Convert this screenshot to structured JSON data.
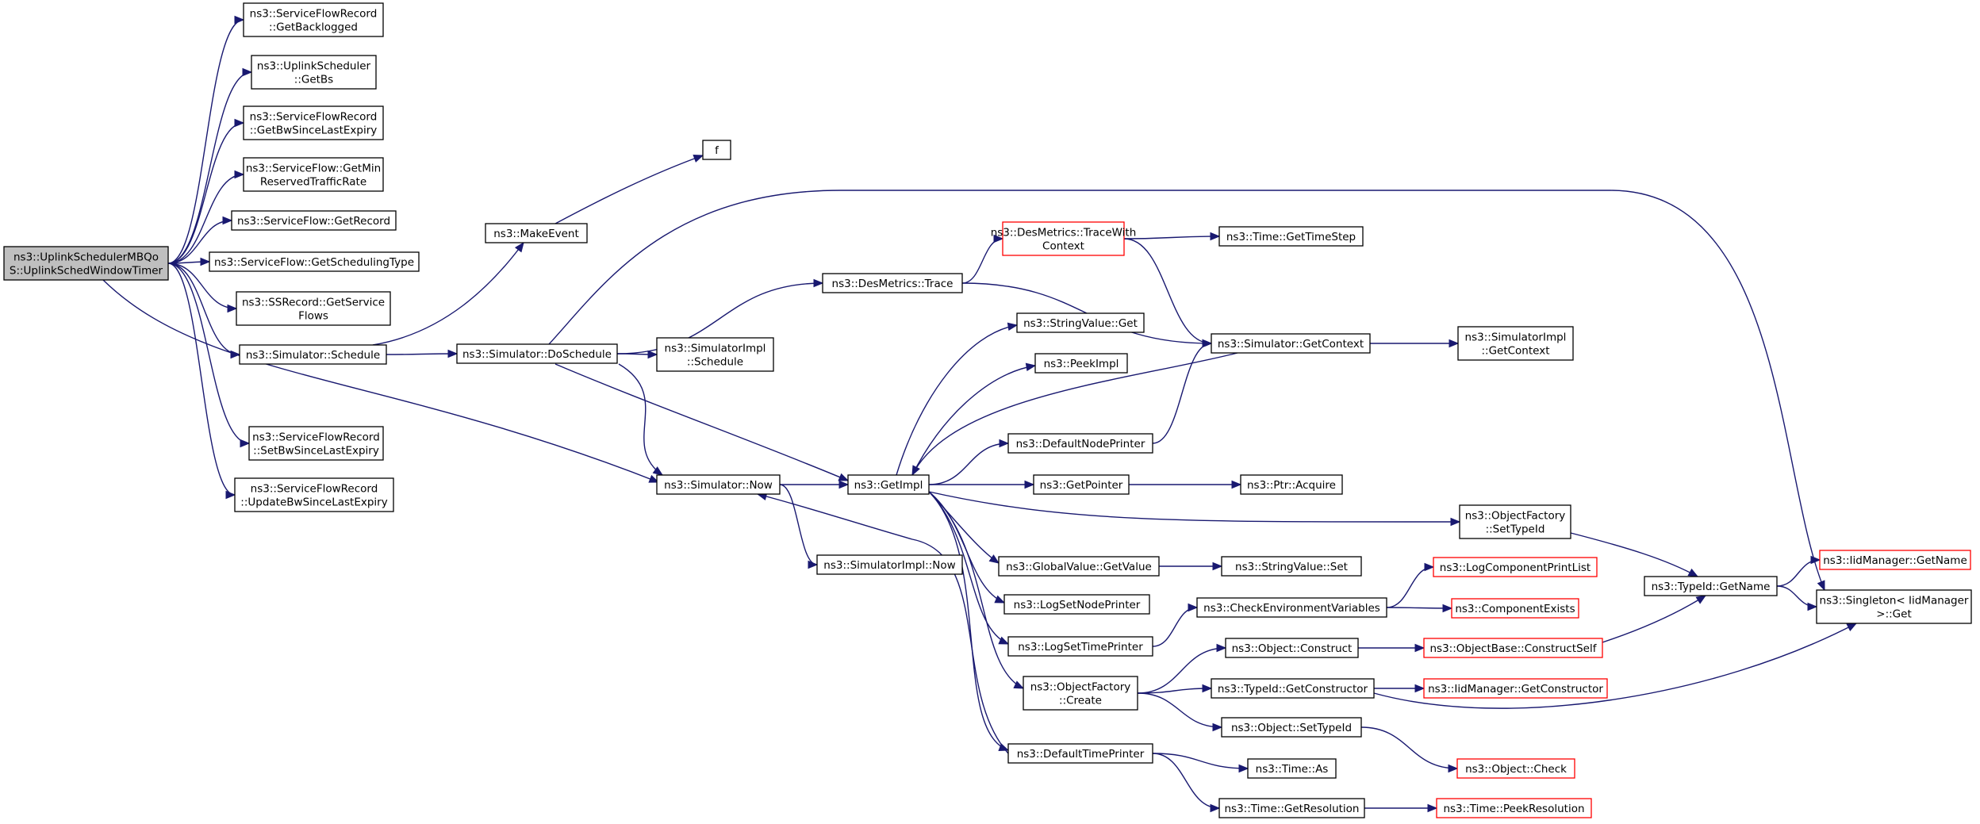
{
  "colors": {
    "edge": "#191970",
    "node_border": "#000000",
    "node_border_truncated": "#ff0000",
    "root_fill": "#bfbfbf"
  },
  "nodes": {
    "root": {
      "lines": [
        "ns3::UplinkSchedulerMBQo",
        "S::UplinkSchedWindowTimer"
      ],
      "style": "root"
    },
    "getBacklogged": {
      "lines": [
        "ns3::ServiceFlowRecord",
        "::GetBacklogged"
      ]
    },
    "getBs": {
      "lines": [
        "ns3::UplinkScheduler",
        "::GetBs"
      ]
    },
    "getBwSince": {
      "lines": [
        "ns3::ServiceFlowRecord",
        "::GetBwSinceLastExpiry"
      ]
    },
    "getMinRes": {
      "lines": [
        "ns3::ServiceFlow::GetMin",
        "ReservedTrafficRate"
      ]
    },
    "getRecord": {
      "lines": [
        "ns3::ServiceFlow::GetRecord"
      ]
    },
    "getSchedType": {
      "lines": [
        "ns3::ServiceFlow::GetSchedulingType"
      ]
    },
    "getServiceFlows": {
      "lines": [
        "ns3::SSRecord::GetService",
        "Flows"
      ]
    },
    "schedule": {
      "lines": [
        "ns3::Simulator::Schedule"
      ]
    },
    "setBwSince": {
      "lines": [
        "ns3::ServiceFlowRecord",
        "::SetBwSinceLastExpiry"
      ]
    },
    "updateBwSince": {
      "lines": [
        "ns3::ServiceFlowRecord",
        "::UpdateBwSinceLastExpiry"
      ]
    },
    "makeEvent": {
      "lines": [
        "ns3::MakeEvent"
      ]
    },
    "f": {
      "lines": [
        "f"
      ]
    },
    "doSchedule": {
      "lines": [
        "ns3::Simulator::DoSchedule"
      ]
    },
    "desTrace": {
      "lines": [
        "ns3::DesMetrics::Trace"
      ]
    },
    "implSchedule": {
      "lines": [
        "ns3::SimulatorImpl",
        "::Schedule"
      ]
    },
    "now": {
      "lines": [
        "ns3::Simulator::Now"
      ]
    },
    "implNow": {
      "lines": [
        "ns3::SimulatorImpl::Now"
      ]
    },
    "getImpl": {
      "lines": [
        "ns3::GetImpl"
      ]
    },
    "traceWithCtx": {
      "lines": [
        "ns3::DesMetrics::TraceWith",
        "Context"
      ],
      "style": "red"
    },
    "getTimeStep": {
      "lines": [
        "ns3::Time::GetTimeStep"
      ]
    },
    "getContext": {
      "lines": [
        "ns3::Simulator::GetContext"
      ]
    },
    "implGetContext": {
      "lines": [
        "ns3::SimulatorImpl",
        "::GetContext"
      ]
    },
    "strGet": {
      "lines": [
        "ns3::StringValue::Get"
      ]
    },
    "peekImpl": {
      "lines": [
        "ns3::PeekImpl"
      ]
    },
    "defNodePrinter": {
      "lines": [
        "ns3::DefaultNodePrinter"
      ]
    },
    "getPointer": {
      "lines": [
        "ns3::GetPointer"
      ]
    },
    "ptrAcquire": {
      "lines": [
        "ns3::Ptr::Acquire"
      ]
    },
    "ofSetTypeId": {
      "lines": [
        "ns3::ObjectFactory",
        "::SetTypeId"
      ]
    },
    "gvGetValue": {
      "lines": [
        "ns3::GlobalValue::GetValue"
      ]
    },
    "strSet": {
      "lines": [
        "ns3::StringValue::Set"
      ]
    },
    "logCompPrintList": {
      "lines": [
        "ns3::LogComponentPrintList"
      ],
      "style": "red"
    },
    "checkEnv": {
      "lines": [
        "ns3::CheckEnvironmentVariables"
      ]
    },
    "compExists": {
      "lines": [
        "ns3::ComponentExists"
      ],
      "style": "red"
    },
    "logSetNode": {
      "lines": [
        "ns3::LogSetNodePrinter"
      ]
    },
    "logSetTime": {
      "lines": [
        "ns3::LogSetTimePrinter"
      ]
    },
    "objConstruct": {
      "lines": [
        "ns3::Object::Construct"
      ]
    },
    "constructSelf": {
      "lines": [
        "ns3::ObjectBase::ConstructSelf"
      ],
      "style": "red"
    },
    "ofCreate": {
      "lines": [
        "ns3::ObjectFactory",
        "::Create"
      ]
    },
    "tidGetCtor": {
      "lines": [
        "ns3::TypeId::GetConstructor"
      ]
    },
    "iidGetCtor": {
      "lines": [
        "ns3::IidManager::GetConstructor"
      ],
      "style": "red"
    },
    "objSetTypeId": {
      "lines": [
        "ns3::Object::SetTypeId"
      ]
    },
    "objCheck": {
      "lines": [
        "ns3::Object::Check"
      ],
      "style": "red"
    },
    "defTimePrinter": {
      "lines": [
        "ns3::DefaultTimePrinter"
      ]
    },
    "timeAs": {
      "lines": [
        "ns3::Time::As"
      ]
    },
    "getResolution": {
      "lines": [
        "ns3::Time::GetResolution"
      ]
    },
    "peekResolution": {
      "lines": [
        "ns3::Time::PeekResolution"
      ],
      "style": "red"
    },
    "tidGetName": {
      "lines": [
        "ns3::TypeId::GetName"
      ]
    },
    "iidGetName": {
      "lines": [
        "ns3::IidManager::GetName"
      ],
      "style": "red"
    },
    "singletonGet": {
      "lines": [
        "ns3::Singleton< IidManager",
        " >::Get"
      ]
    }
  },
  "edges": [
    [
      "root",
      "getBacklogged"
    ],
    [
      "root",
      "getBs"
    ],
    [
      "root",
      "getBwSince"
    ],
    [
      "root",
      "getMinRes"
    ],
    [
      "root",
      "getRecord"
    ],
    [
      "root",
      "getSchedType"
    ],
    [
      "root",
      "getServiceFlows"
    ],
    [
      "root",
      "schedule"
    ],
    [
      "root",
      "setBwSince"
    ],
    [
      "root",
      "updateBwSince"
    ],
    [
      "root",
      "now"
    ],
    [
      "schedule",
      "makeEvent"
    ],
    [
      "schedule",
      "doSchedule"
    ],
    [
      "makeEvent",
      "f"
    ],
    [
      "doSchedule",
      "singletonGet"
    ],
    [
      "doSchedule",
      "desTrace"
    ],
    [
      "doSchedule",
      "implSchedule"
    ],
    [
      "doSchedule",
      "now"
    ],
    [
      "doSchedule",
      "getImpl"
    ],
    [
      "desTrace",
      "traceWithCtx"
    ],
    [
      "desTrace",
      "getContext"
    ],
    [
      "traceWithCtx",
      "getTimeStep"
    ],
    [
      "traceWithCtx",
      "getContext"
    ],
    [
      "getContext",
      "implGetContext"
    ],
    [
      "getContext",
      "getImpl"
    ],
    [
      "now",
      "getImpl"
    ],
    [
      "now",
      "implNow"
    ],
    [
      "getImpl",
      "strGet"
    ],
    [
      "getImpl",
      "peekImpl"
    ],
    [
      "getImpl",
      "defNodePrinter"
    ],
    [
      "getImpl",
      "getPointer"
    ],
    [
      "getImpl",
      "ofSetTypeId"
    ],
    [
      "getImpl",
      "gvGetValue"
    ],
    [
      "getImpl",
      "logSetNode"
    ],
    [
      "getImpl",
      "logSetTime"
    ],
    [
      "getImpl",
      "ofCreate"
    ],
    [
      "getImpl",
      "defTimePrinter"
    ],
    [
      "defNodePrinter",
      "getContext"
    ],
    [
      "getPointer",
      "ptrAcquire"
    ],
    [
      "ofSetTypeId",
      "tidGetName"
    ],
    [
      "gvGetValue",
      "strSet"
    ],
    [
      "logSetTime",
      "checkEnv"
    ],
    [
      "checkEnv",
      "logCompPrintList"
    ],
    [
      "checkEnv",
      "compExists"
    ],
    [
      "ofCreate",
      "objConstruct"
    ],
    [
      "ofCreate",
      "tidGetCtor"
    ],
    [
      "ofCreate",
      "objSetTypeId"
    ],
    [
      "objConstruct",
      "constructSelf"
    ],
    [
      "constructSelf",
      "tidGetName"
    ],
    [
      "tidGetCtor",
      "iidGetCtor"
    ],
    [
      "tidGetCtor",
      "singletonGet"
    ],
    [
      "objSetTypeId",
      "objCheck"
    ],
    [
      "defTimePrinter",
      "now"
    ],
    [
      "defTimePrinter",
      "timeAs"
    ],
    [
      "defTimePrinter",
      "getResolution"
    ],
    [
      "getResolution",
      "peekResolution"
    ],
    [
      "tidGetName",
      "iidGetName"
    ],
    [
      "tidGetName",
      "singletonGet"
    ]
  ]
}
